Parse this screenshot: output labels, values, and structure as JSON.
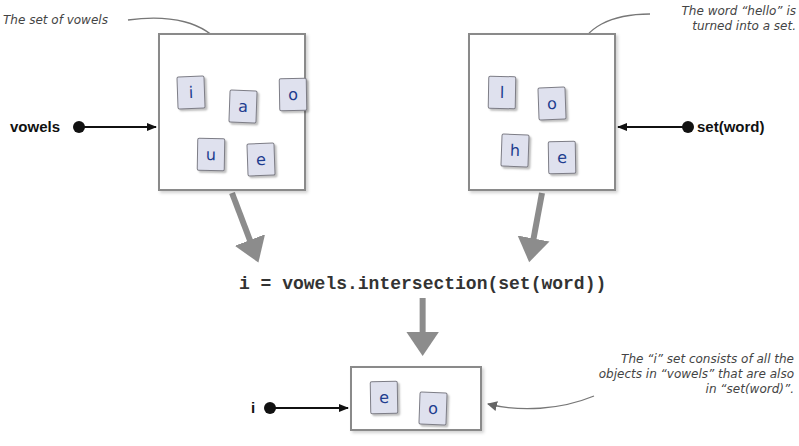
{
  "diagram": {
    "nodes": [
      {
        "text": []
      },
      {
        "text": [
          "i"
        ],
        "in": 0
      },
      {
        "text": [
          "a"
        ],
        "in": 0
      },
      {
        "text": [
          "o"
        ],
        "in": 0
      },
      {
        "text": [
          "u"
        ],
        "in": 0
      },
      {
        "text": [
          "e"
        ],
        "in": 0
      },
      {
        "text": []
      },
      {
        "text": [
          "l"
        ],
        "in": 6
      },
      {
        "text": [
          "o"
        ],
        "in": 6
      },
      {
        "text": [
          "h"
        ],
        "in": 6
      },
      {
        "text": [
          "e"
        ],
        "in": 6
      },
      {
        "text": [
          "i = vowels.intersection(set(word))"
        ]
      },
      {
        "text": []
      },
      {
        "text": [
          "e"
        ],
        "in": 12
      },
      {
        "text": [
          "o"
        ],
        "in": 12
      }
    ],
    "edges": [
      {
        "from": 0,
        "to": 11,
        "arrow": "to"
      },
      {
        "from": 6,
        "to": 11,
        "arrow": "to"
      },
      {
        "from": 11,
        "to": 12,
        "arrow": "to"
      }
    ],
    "labels": [
      "The set of vowels",
      "The word “hello” is turned into a set.",
      "vowels",
      "set(word)",
      "i",
      "The “i” set consists of all the objects in “vowels” that are also in “set(word)”."
    ]
  }
}
